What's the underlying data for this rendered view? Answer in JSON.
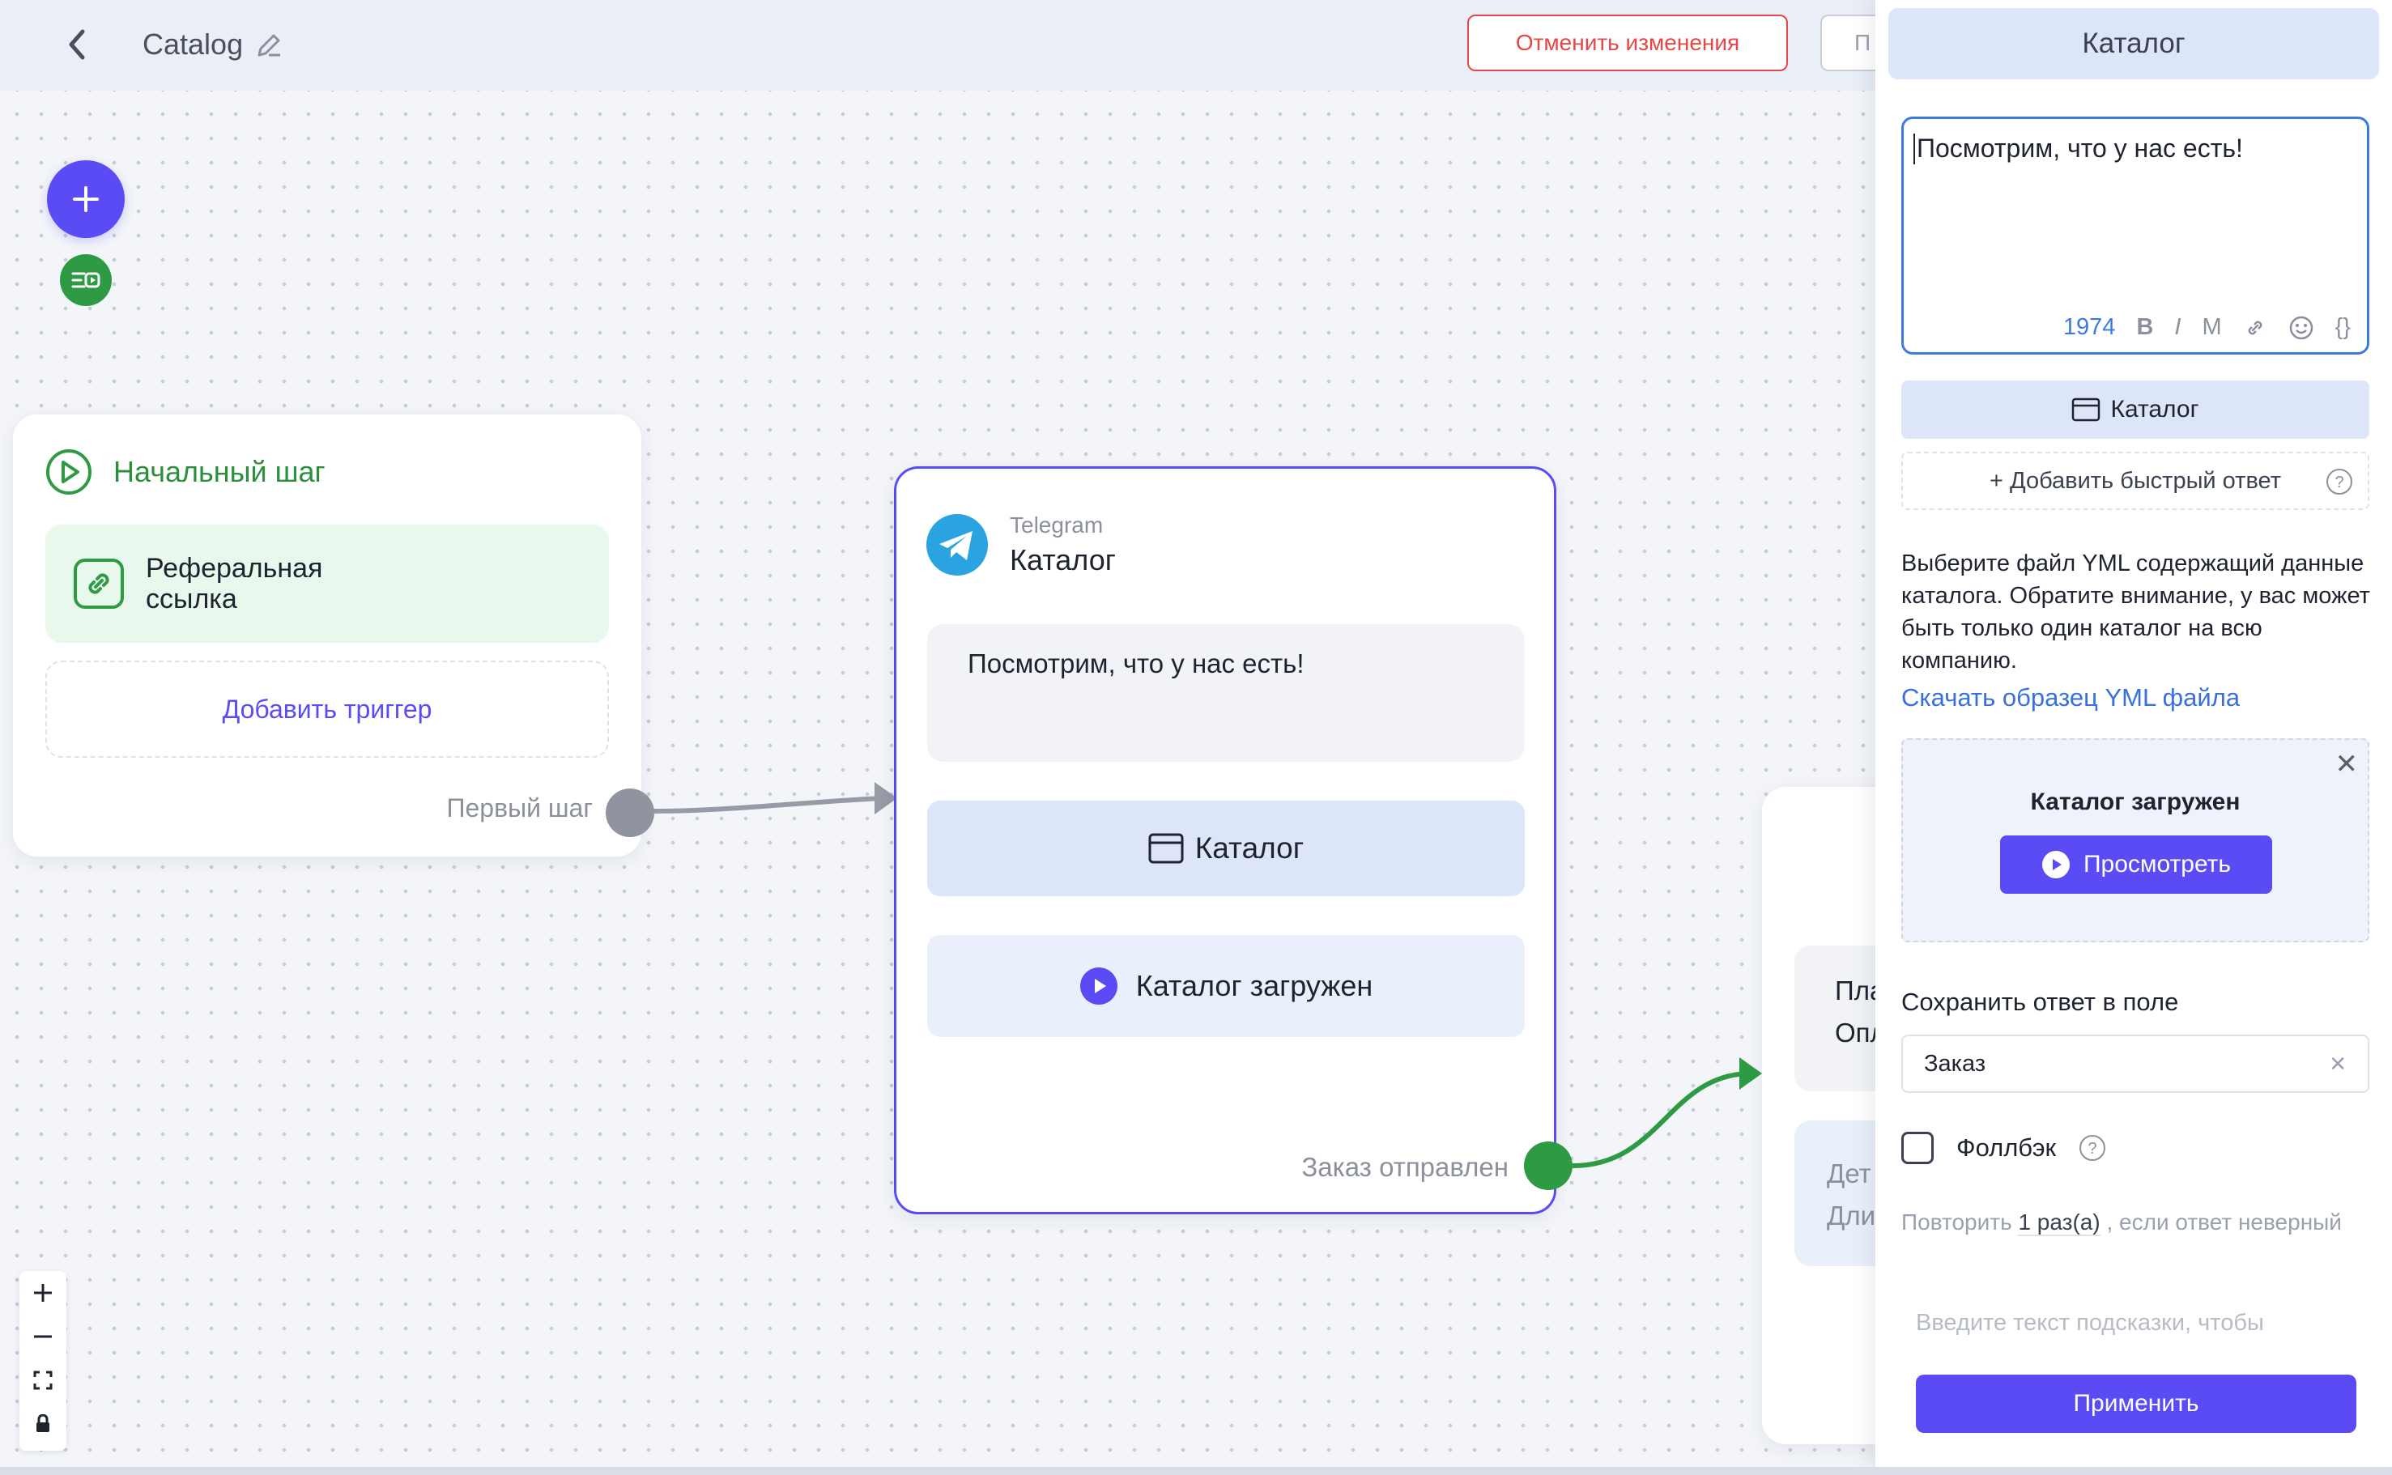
{
  "header": {
    "title": "Catalog",
    "cancel_label": "Отменить изменения",
    "publish_label": "П"
  },
  "start_node": {
    "title": "Начальный шаг",
    "trigger_label": "Реферальная ссылка",
    "add_trigger_label": "Добавить триггер",
    "port_label": "Первый шаг"
  },
  "catalog_node": {
    "channel": "Telegram",
    "title": "Каталог",
    "message": "Посмотрим, что у нас есть!",
    "catalog_button": "Каталог",
    "loaded_button": "Каталог загружен",
    "port_label": "Заказ отправлен"
  },
  "next_node": {
    "line1": "Пла",
    "line2": "Опл",
    "line3": "Дет",
    "line4": "Дли"
  },
  "panel": {
    "title": "Каталог",
    "message": "Посмотрим, что у нас есть!",
    "char_count": "1974",
    "toolbar": [
      "B",
      "I",
      "M"
    ],
    "catalog_button": "Каталог",
    "add_quick_reply": "+ Добавить быстрый ответ",
    "yml_description": "Выберите файл YML содержащий данные каталога. Обратите внимание, у вас может быть только один каталог на всю компанию.",
    "yml_download": "Скачать образец YML файла",
    "upload_title": "Каталог загружен",
    "preview_button": "Просмотреть",
    "save_label": "Сохранить ответ в поле",
    "save_value": "Заказ",
    "fallback_label": "Фоллбэк",
    "repeat_prefix": "Повторить",
    "repeat_count": "1 раз(а)",
    "repeat_suffix": ", если ответ неверный",
    "hint_placeholder": "Введите текст подсказки, чтобы",
    "apply_button": "Применить"
  },
  "colors": {
    "accent": "#5a4bf5",
    "success": "#2e9a44",
    "danger": "#e54747",
    "link": "#3a6fe0"
  }
}
